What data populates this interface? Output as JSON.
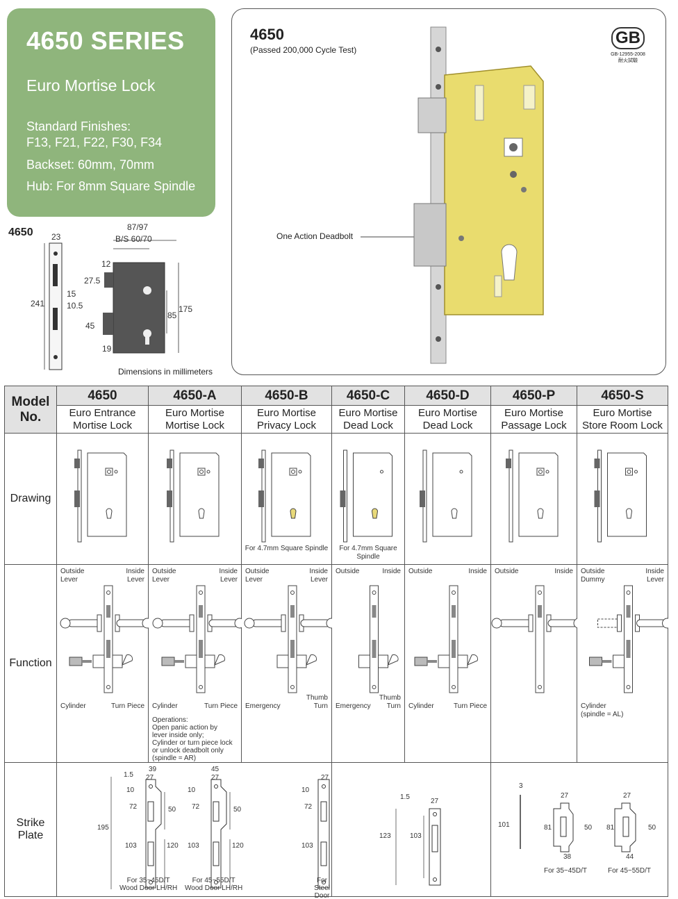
{
  "header": {
    "series_title": "4650 SERIES",
    "subtitle": "Euro Mortise Lock",
    "finishes_label": "Standard Finishes:",
    "finishes_values": "F13, F21, F22, F30, F34",
    "backset": "Backset: 60mm, 70mm",
    "hub": "Hub: For 8mm Square Spindle"
  },
  "product": {
    "model": "4650",
    "cycle_test": "(Passed 200,000 Cycle Test)",
    "deadbolt_callout": "One Action Deadbolt",
    "gb_logo": "GB",
    "gb_standard": "GB-12955-2008",
    "gb_sub": "耐火試驗",
    "colors": {
      "plate": "#e8dc78",
      "faceplate": "#d9d9d9",
      "outline": "#555555"
    }
  },
  "dimensions": {
    "model": "4650",
    "note": "Dimensions in millimeters",
    "labels": {
      "faceplate_width": "23",
      "total_width": "87/97",
      "backset": "B/S 60/70",
      "height": "241",
      "latch_offset": "12",
      "latch_height": "27.5",
      "d15": "15",
      "d105": "10.5",
      "d85": "85",
      "d175": "175",
      "deadbolt_height": "45",
      "d19": "19"
    }
  },
  "table": {
    "row_header": "Model No.",
    "row_header_line1": "Model",
    "row_header_line2": "No.",
    "drawing_label": "Drawing",
    "function_label": "Function",
    "strike_label_line1": "Strike",
    "strike_label_line2": "Plate",
    "models": [
      {
        "code": "4650",
        "name1": "Euro Entrance",
        "name2": "Mortise Lock"
      },
      {
        "code": "4650-A",
        "name1": "Euro Mortise",
        "name2": "Mortise Lock"
      },
      {
        "code": "4650-B",
        "name1": "Euro Mortise",
        "name2": "Privacy Lock"
      },
      {
        "code": "4650-C",
        "name1": "Euro Mortise",
        "name2": "Dead Lock"
      },
      {
        "code": "4650-D",
        "name1": "Euro Mortise",
        "name2": "Dead Lock"
      },
      {
        "code": "4650-P",
        "name1": "Euro Mortise",
        "name2": "Passage Lock"
      },
      {
        "code": "4650-S",
        "name1": "Euro Mortise",
        "name2": "Store Room Lock"
      }
    ],
    "drawing_notes": {
      "b": "For 4.7mm Square Spindle",
      "c1": "For 4.7mm Square",
      "c2": "Spindle"
    },
    "function_labels": {
      "outside": "Outside",
      "inside": "Inside",
      "lever": "Lever",
      "dummy": "Dummy",
      "cylinder": "Cylinder",
      "turn_piece": "Turn Piece",
      "emergency": "Emergency",
      "thumb": "Thumb",
      "turn": "Turn",
      "spindle_al": "(spindle = AL)"
    },
    "operations_note": {
      "l1": "Operations:",
      "l2": "Open panic action by",
      "l3": "lever inside only;",
      "l4": "Cylinder or turn piece lock",
      "l5": "or unlock deadbolt only",
      "l6": "(spindle = AR)"
    },
    "strike": {
      "a": {
        "d15": "1.5",
        "d39": "39",
        "d27": "27",
        "d10": "10",
        "d72": "72",
        "d50": "50",
        "d195": "195",
        "d103": "103",
        "d120": "120",
        "label1": "For 35~45D/T",
        "label2": "Wood Door LH/RH"
      },
      "b": {
        "d45": "45",
        "d27": "27",
        "d10": "10",
        "d72": "72",
        "d50": "50",
        "d103": "103",
        "d120": "120",
        "label1": "For 45~55D/T",
        "label2": "Wood Door LH/RH"
      },
      "c": {
        "d27": "27",
        "d10": "10",
        "d72": "72",
        "d103": "103",
        "label1": "For Steel",
        "label2": "Door"
      },
      "d": {
        "d15": "1.5",
        "d27": "27",
        "d123": "123",
        "d103": "103"
      },
      "e": {
        "d3": "3",
        "d101": "101"
      },
      "f": {
        "d27": "27",
        "d81": "81",
        "d50": "50",
        "d38": "38",
        "label": "For 35~45D/T"
      },
      "g": {
        "d27": "27",
        "d81": "81",
        "d50": "50",
        "d44": "44",
        "label": "For 45~55D/T"
      }
    }
  }
}
